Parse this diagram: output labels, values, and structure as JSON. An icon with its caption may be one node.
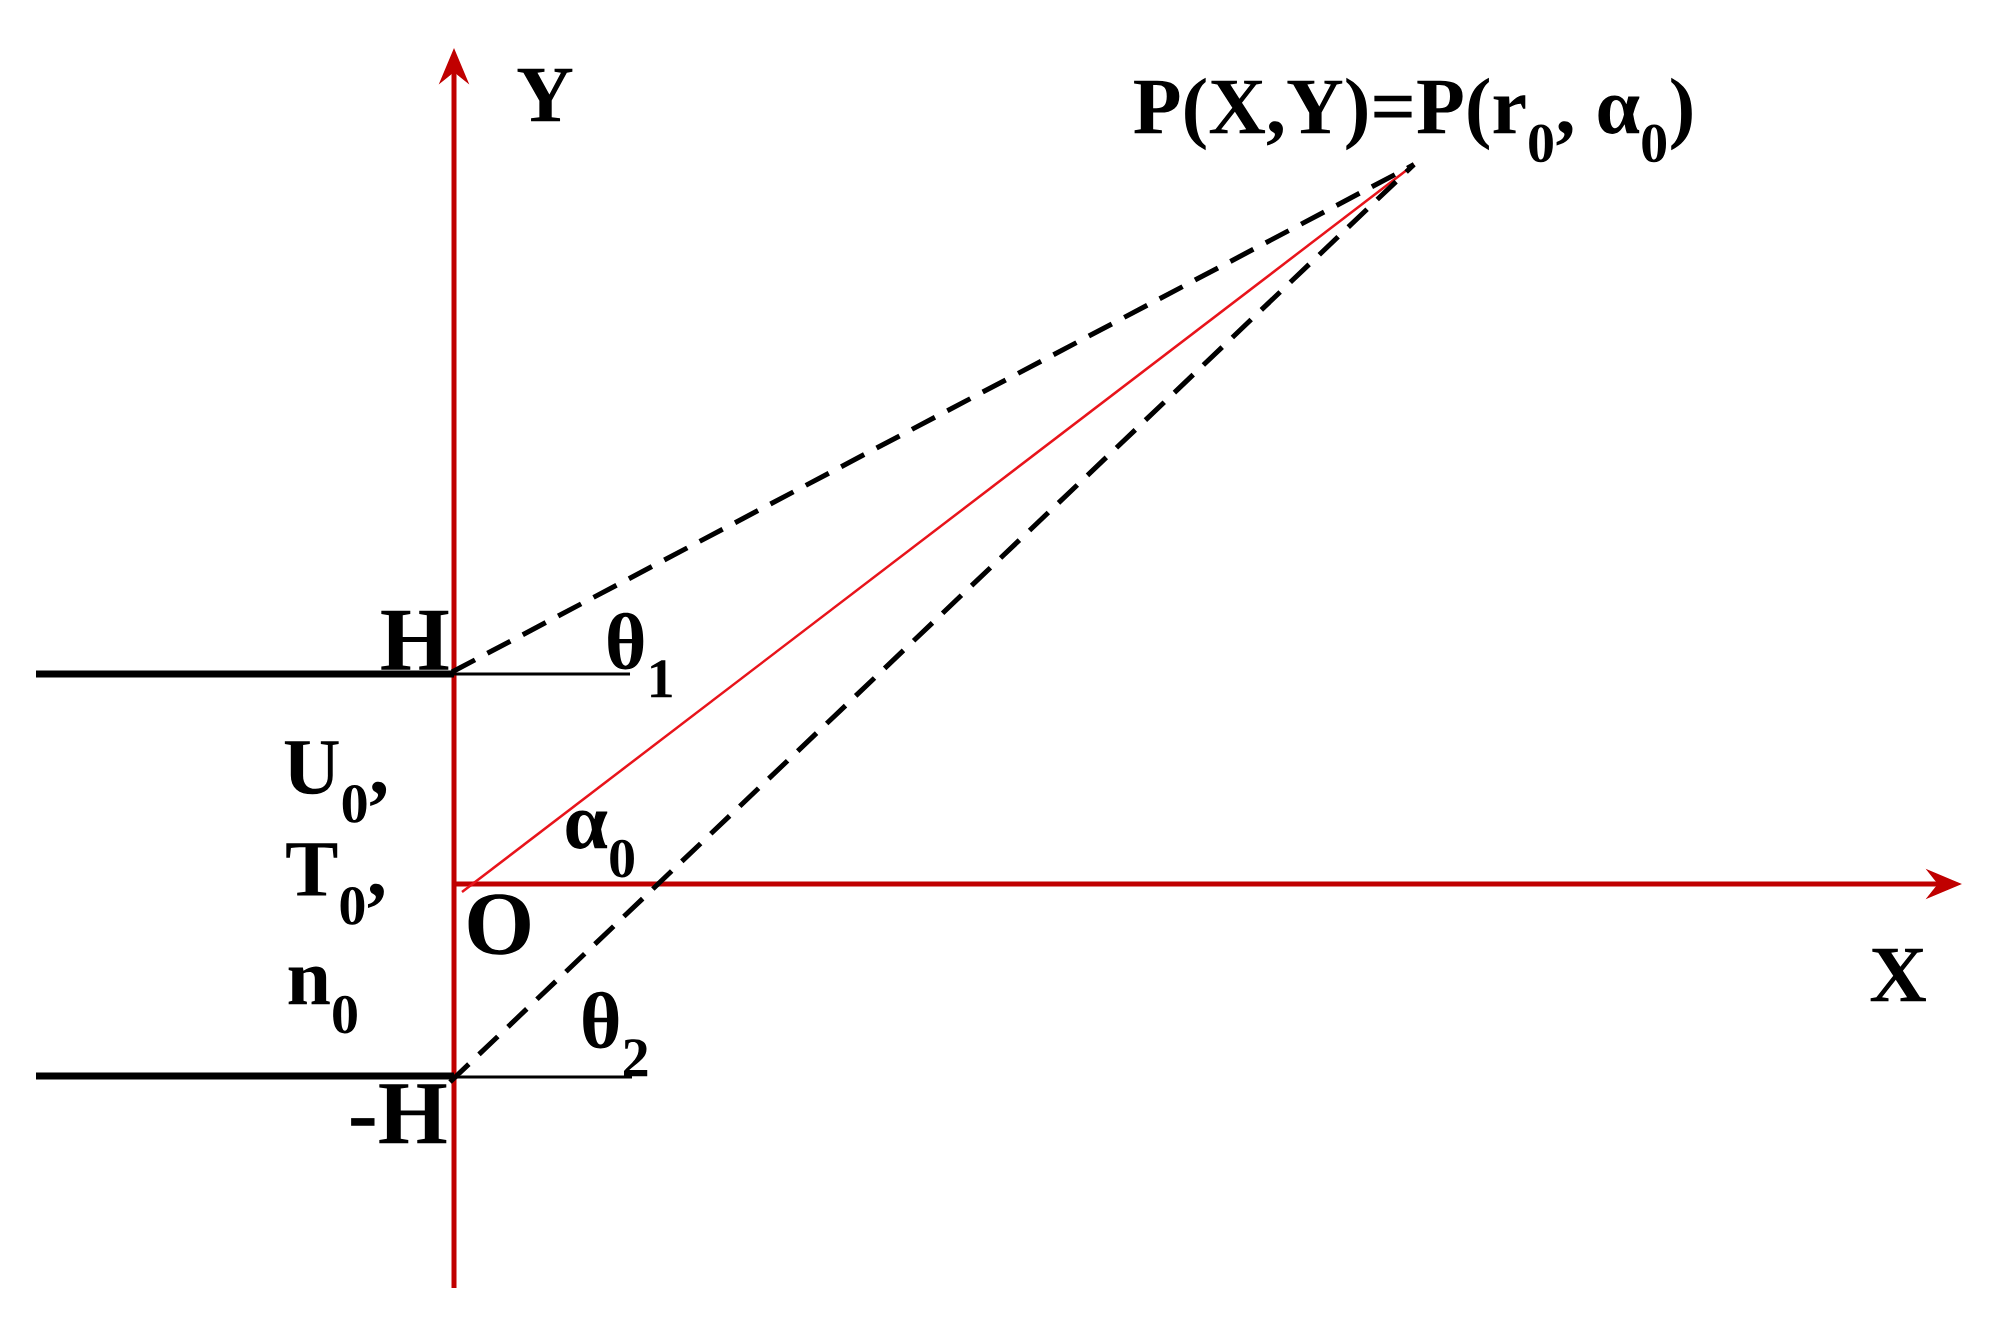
{
  "diagram": {
    "nodes": [
      {
        "text": [
          "P(X,Y)=P(r$_{0}$, α$_{0}$)"
        ]
      },
      {
        "text": [
          "H"
        ]
      },
      {
        "text": [
          "O"
        ]
      },
      {
        "text": [
          "-H"
        ]
      }
    ],
    "edges": [
      {
        "from": 1,
        "to": 0,
        "arrow": "none",
        "style": "dashed"
      },
      {
        "from": 2,
        "to": 0,
        "arrow": "none",
        "color": "#e8141b"
      },
      {
        "from": 3,
        "to": 0,
        "arrow": "none",
        "style": "dashed"
      }
    ],
    "labels": [
      "Y",
      "θ$_{1}$",
      "U$_{0}$,",
      "α$_{0}$",
      "T$_{0}$,",
      "X",
      "n$_{0}$",
      "θ$_{2}$"
    ]
  }
}
